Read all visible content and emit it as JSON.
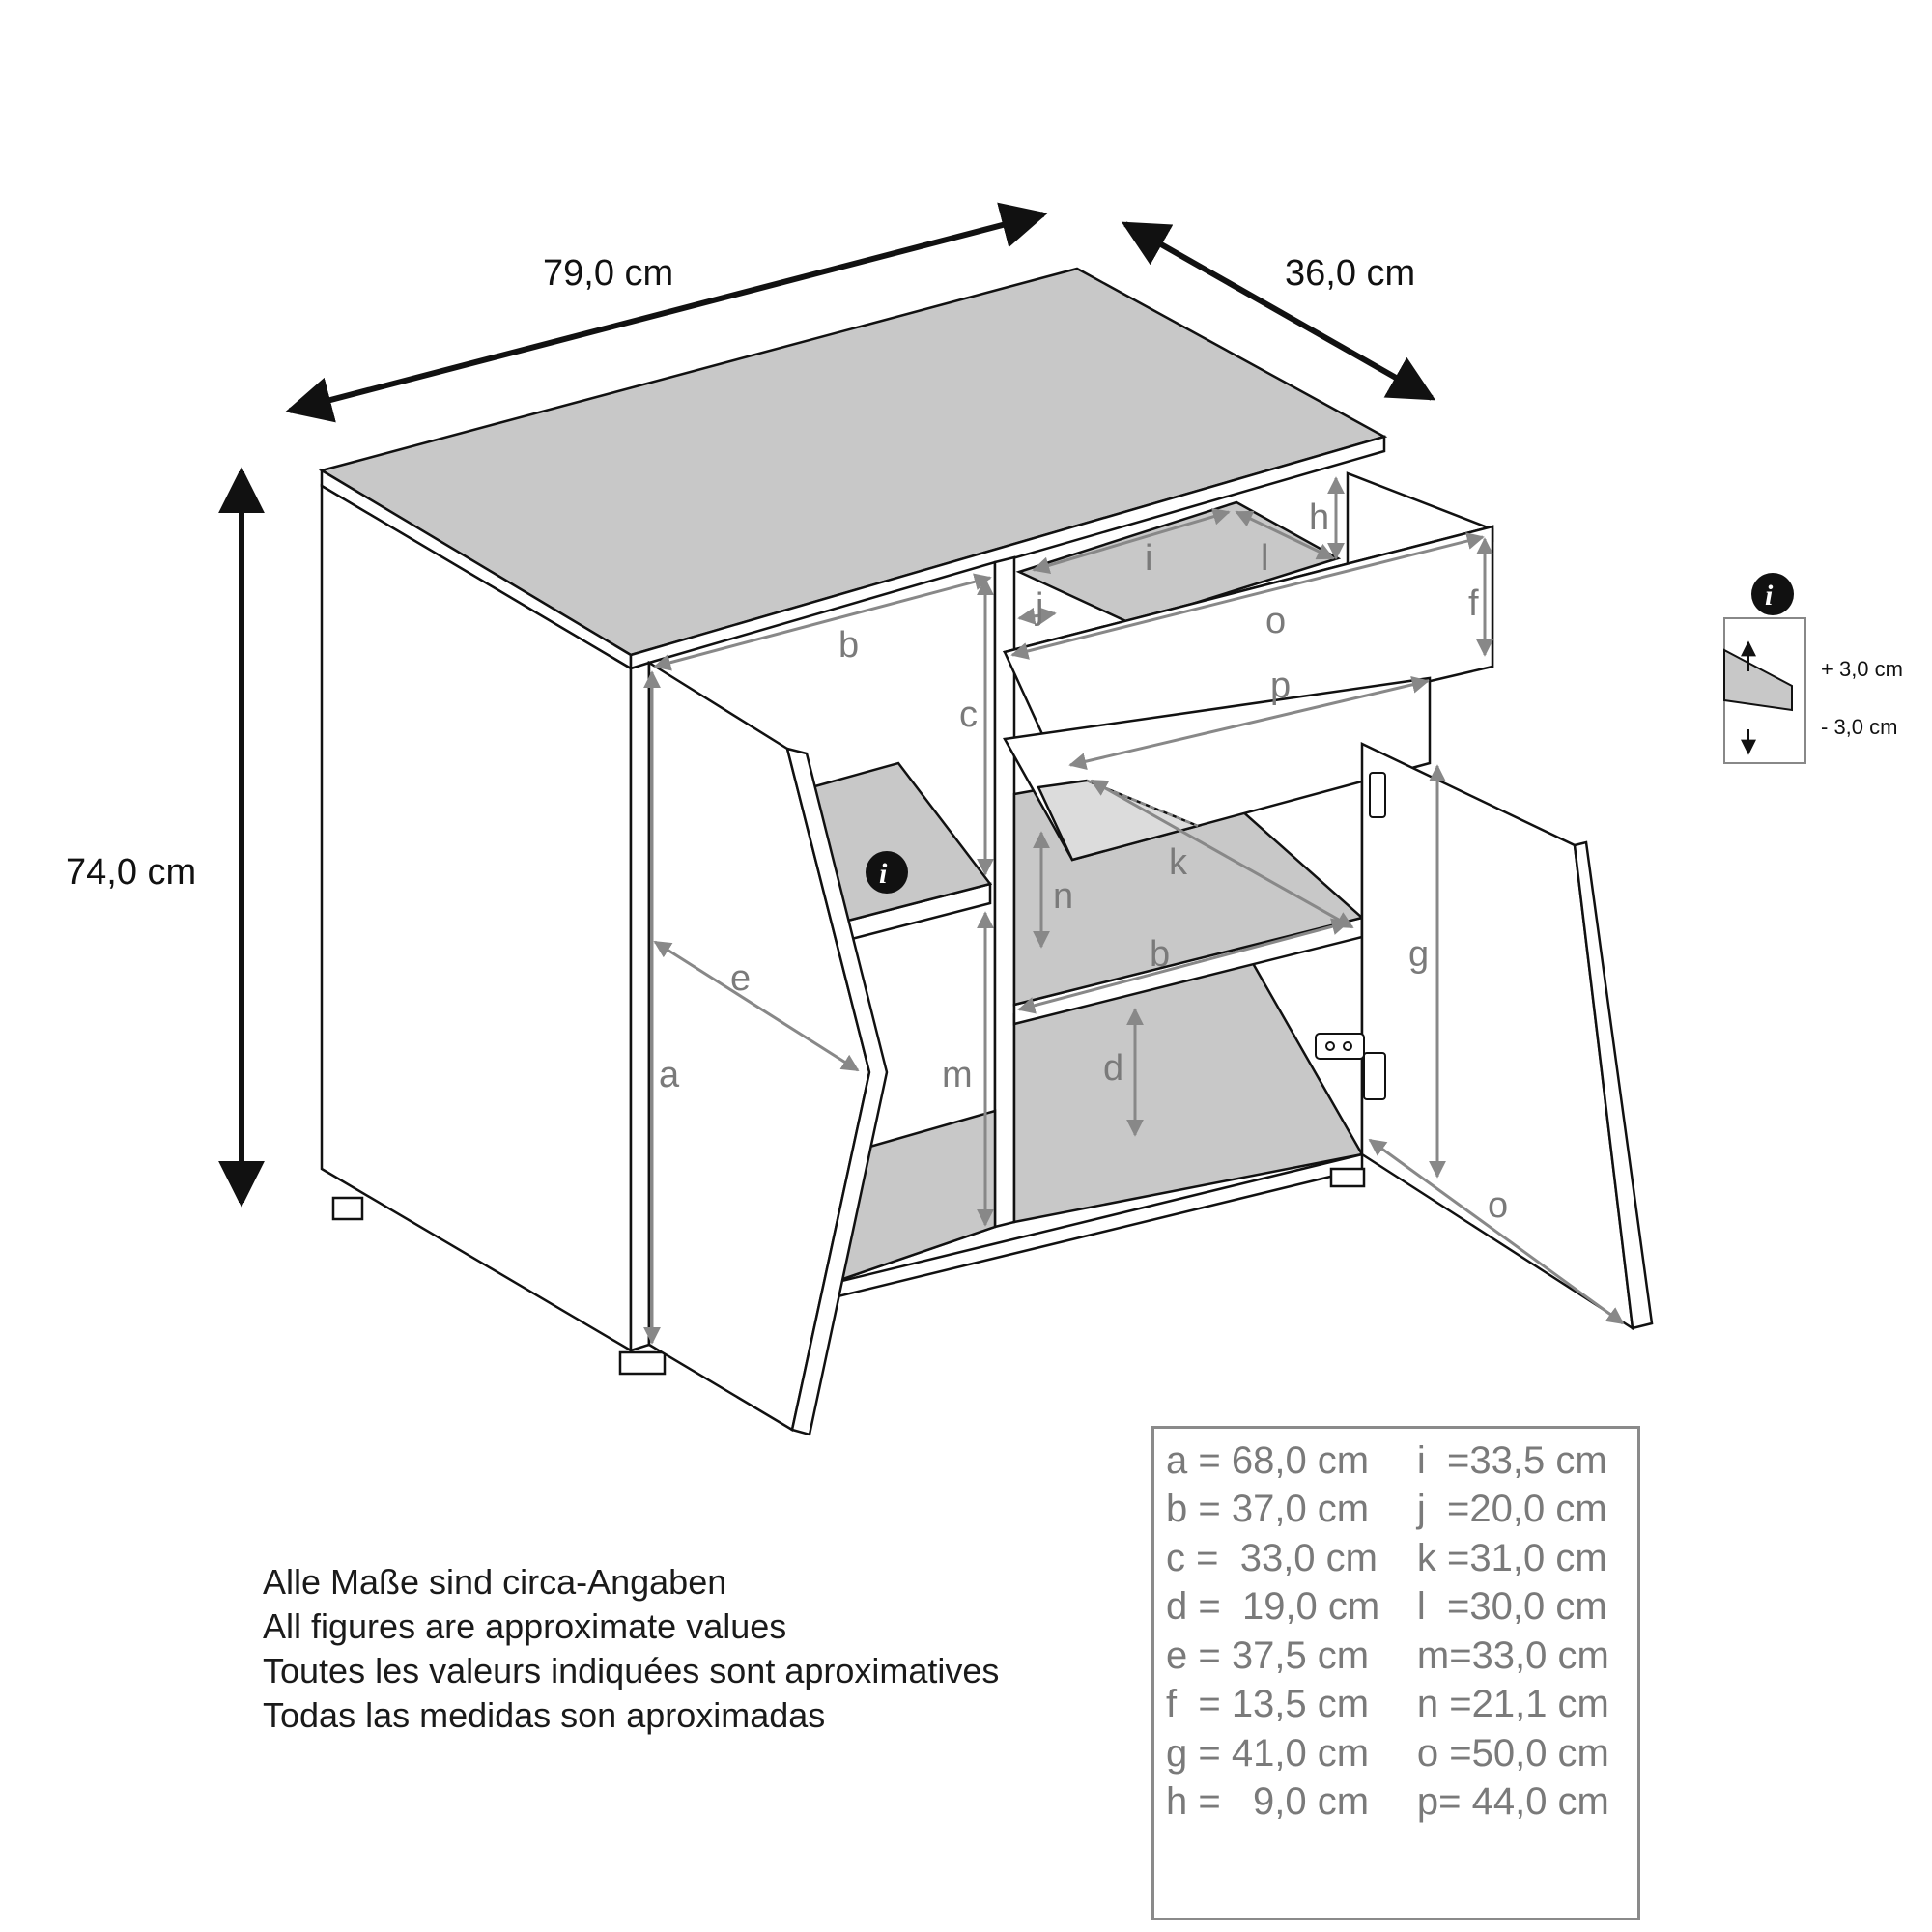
{
  "dimensions": {
    "width": "79,0 cm",
    "depth": "36,0 cm",
    "height": "74,0 cm"
  },
  "part_labels": {
    "a": "a",
    "b": "b",
    "c": "c",
    "d": "d",
    "e": "e",
    "f": "f",
    "g": "g",
    "h": "h",
    "i": "i",
    "j": "j",
    "k": "k",
    "l": "l",
    "m": "m",
    "n": "n",
    "o": "o",
    "p": "p"
  },
  "shelf_adjustment": {
    "info_icon": "info-icon",
    "up": "+ 3,0 cm",
    "down": "-  3,0 cm"
  },
  "notes": [
    "Alle Maße sind circa-Angaben",
    "All figures are approximate values",
    "Toutes les valeurs indiquées sont aproximatives",
    "Todas las medidas son aproximadas"
  ],
  "legend": {
    "left": [
      "a = 68,0 cm",
      "b = 37,0 cm",
      "c =  33,0 cm",
      "d =  19,0 cm",
      "e = 37,5 cm",
      "f  = 13,5 cm",
      "g = 41,0 cm",
      "h =   9,0 cm"
    ],
    "right": [
      "i  =33,5 cm",
      "j  =20,0 cm",
      "k =31,0 cm",
      "l  =30,0 cm",
      "m=33,0 cm",
      "n =21,1 cm",
      "o =50,0 cm",
      "p= 44,0 cm"
    ]
  }
}
